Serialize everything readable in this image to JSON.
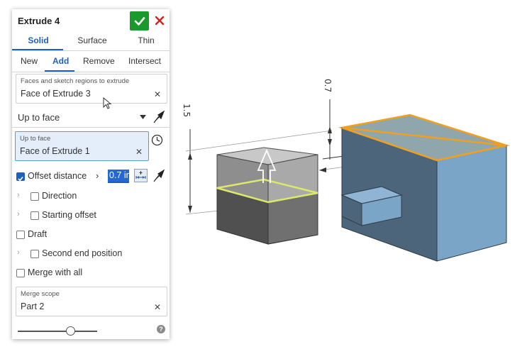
{
  "dialog": {
    "title": "Extrude 4",
    "tabs": [
      {
        "label": "Solid"
      },
      {
        "label": "Surface"
      },
      {
        "label": "Thin"
      }
    ],
    "active_tab": "Solid",
    "operations": [
      {
        "label": "New"
      },
      {
        "label": "Add"
      },
      {
        "label": "Remove"
      },
      {
        "label": "Intersect"
      }
    ],
    "active_operation": "Add",
    "faces_field": {
      "label": "Faces and sketch regions to extrude",
      "value": "Face of Extrude 3"
    },
    "end_type": "Up to face",
    "up_to_face_field": {
      "label": "Up to face",
      "value": "Face of Extrude 1"
    },
    "offset": {
      "label": "Offset distance",
      "value": "0.7 in",
      "checked": true
    },
    "direction": {
      "label": "Direction",
      "checked": false
    },
    "starting_offset": {
      "label": "Starting offset",
      "checked": false
    },
    "draft": {
      "label": "Draft",
      "checked": false
    },
    "second_end": {
      "label": "Second end position",
      "checked": false
    },
    "merge_all": {
      "label": "Merge with all",
      "checked": false
    },
    "merge_scope": {
      "label": "Merge scope",
      "value": "Part 2"
    },
    "slider_fraction": 0.66
  },
  "viewport": {
    "dims": [
      {
        "value": "1.5"
      },
      {
        "value": "0.7"
      }
    ],
    "colors": {
      "part_top": "#8fa6ad",
      "part_front": "#4d657a",
      "part_side": "#7aa5c7",
      "highlight": "#f0a020",
      "sketch": "#dde86a"
    }
  },
  "icons": [
    "check-icon",
    "close-icon",
    "dropdown-arrow-icon",
    "flip-direction-icon",
    "history-icon",
    "measure-icon",
    "chevron-right-icon",
    "help-icon",
    "mouse-cursor-icon"
  ]
}
